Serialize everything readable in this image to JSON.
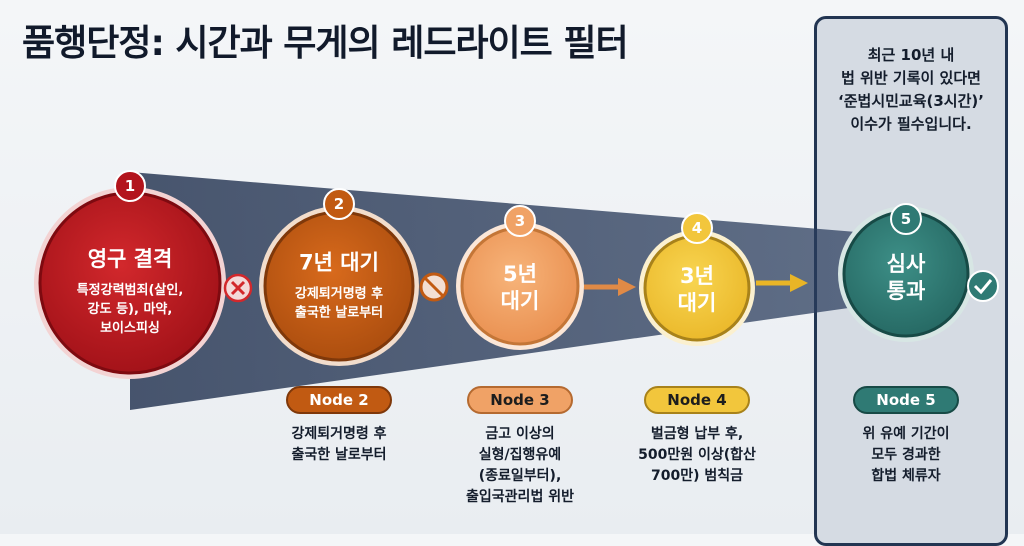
{
  "title": "품행단정: 시간과 무게의 레드라이트 필터",
  "side_note": [
    "최근 10년 내",
    "법 위반 기록이 있다면",
    "‘준법시민교육(3시간)’",
    "이수가 필수입니다."
  ],
  "nodes": [
    {
      "num": "1",
      "title_lines": [
        "영구 결격"
      ],
      "sub_lines": [
        "특정강력범죄(살인,",
        "강도 등), 마약,",
        "보이스피싱"
      ]
    },
    {
      "num": "2",
      "title_lines": [
        "7년 대기"
      ],
      "sub_lines": [
        "강제퇴거명령 후",
        "출국한 날로부터"
      ],
      "pill": "Node 2",
      "desc_lines": [
        "강제퇴거명령 후",
        "출국한 날로부터"
      ]
    },
    {
      "num": "3",
      "title_lines": [
        "5년",
        "대기"
      ],
      "pill": "Node 3",
      "desc_lines": [
        "금고 이상의",
        "실형/집행유예",
        "(종료일부터),",
        "출입국관리법 위반"
      ]
    },
    {
      "num": "4",
      "title_lines": [
        "3년",
        "대기"
      ],
      "pill": "Node 4",
      "desc_lines": [
        "벌금형 납부 후,",
        "500만원 이상(합산",
        "700만) 범칙금"
      ]
    },
    {
      "num": "5",
      "title_lines": [
        "심사",
        "통과"
      ],
      "pill": "Node 5",
      "desc_lines": [
        "위 유예 기간이",
        "모두 경과한",
        "합법 체류자"
      ]
    }
  ],
  "connectors": [
    "x-icon",
    "prohibited-icon",
    "arrow-icon",
    "arrow-icon",
    "check-icon"
  ],
  "colors": {
    "node1": "#b3141c",
    "node2": "#c15a12",
    "node3": "#f0a266",
    "node4": "#f2c63c",
    "node5": "#2f7a74",
    "navy": "#1f2f4d"
  }
}
